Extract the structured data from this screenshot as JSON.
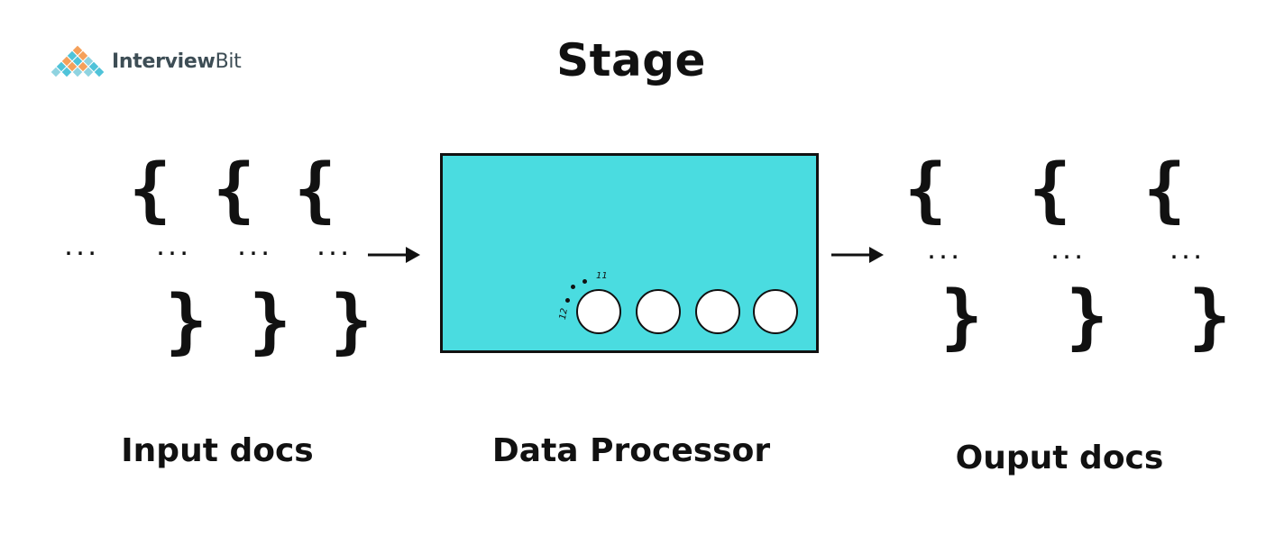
{
  "logo": {
    "text_strong": "Interview",
    "text_light": "Bit",
    "colors": [
      "#f5a05a",
      "#4fc3d9",
      "#8fd3e0"
    ]
  },
  "title": "Stage",
  "input": {
    "brace_open": "{",
    "brace_close": "}",
    "ellipsis": "...",
    "caption": "Input docs"
  },
  "processor": {
    "caption": "Data Processor",
    "fill_color": "#4adce0",
    "label_11": "11",
    "label_12": "12"
  },
  "output": {
    "brace_open": "{",
    "brace_close": "}",
    "ellipsis": "...",
    "caption": "Ouput docs"
  }
}
